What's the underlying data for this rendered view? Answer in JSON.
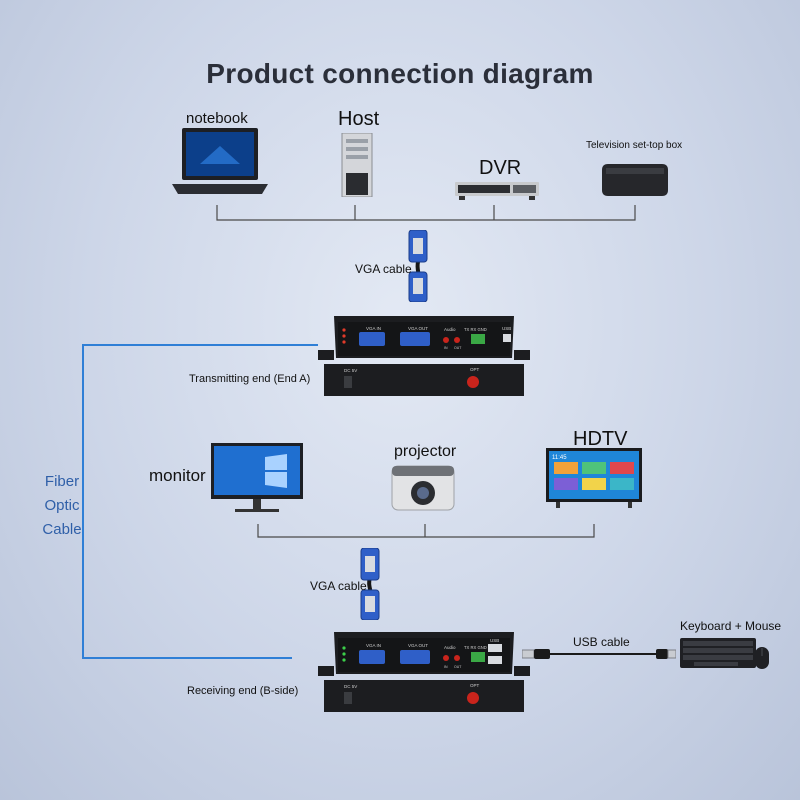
{
  "title": "Product connection diagram",
  "sources": {
    "notebook": "notebook",
    "host": "Host",
    "dvr": "DVR",
    "set_top_box": "Television set-top box"
  },
  "cables": {
    "vga_top": "VGA cable",
    "vga_bottom": "VGA cable",
    "usb": "USB cable",
    "fiber": "Fiber Optic Cable"
  },
  "ends": {
    "transmitter": "Transmitting end (End A)",
    "receiver": "Receiving end (B-side)"
  },
  "displays": {
    "monitor": "monitor",
    "projector": "projector",
    "hdtv": "HDTV"
  },
  "peripherals": {
    "keyboard_mouse": "Keyboard + Mouse"
  },
  "panel_labels": {
    "vga_in": "VGA IN",
    "vga_out": "VGA OUT",
    "audio": "Audio",
    "in": "IN",
    "out": "OUT",
    "tx_rx_gnd": "TX RX GND",
    "usb": "USB",
    "dc": "DC 5V",
    "opt": "OPT"
  },
  "screens": {
    "tv_time": "11:45"
  },
  "colors": {
    "fiber_line": "#2f7fd6",
    "connector_blue": "#2f5fc8",
    "device_body": "#1c1d20",
    "opt_port": "#c9241c",
    "led_green": "#3ccf4a",
    "led_red": "#e03a2a",
    "terminal_green": "#3aa845"
  },
  "icons": [
    "laptop-icon",
    "tower-pc-icon",
    "dvr-icon",
    "set-top-box-icon",
    "vga-connector-icon",
    "monitor-icon",
    "projector-icon",
    "tv-icon",
    "keyboard-icon",
    "mouse-icon",
    "usb-plug-icon"
  ]
}
